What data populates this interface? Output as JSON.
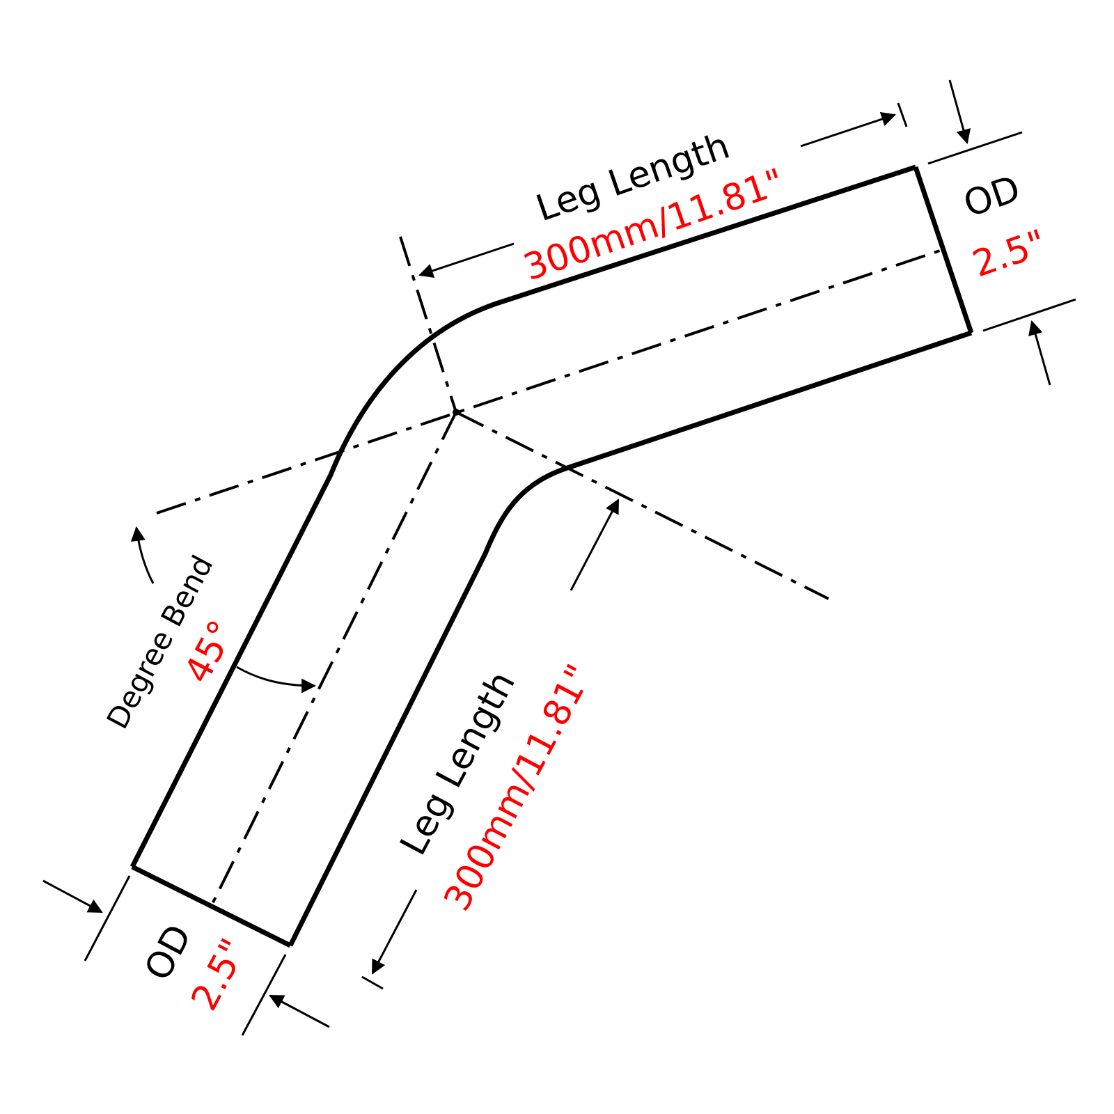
{
  "diagram": {
    "type": "45-degree pipe bend dimension drawing",
    "colors": {
      "line": "#000000",
      "value": "#ff0000",
      "background": "#ffffff"
    },
    "top_leg": {
      "label": "Leg Length",
      "value": "300mm/11.81\""
    },
    "bottom_leg": {
      "label": "Leg Length",
      "value": "300mm/11.81\""
    },
    "top_od": {
      "label": "OD",
      "value": "2.5\""
    },
    "bottom_od": {
      "label": "OD",
      "value": "2.5\""
    },
    "bend": {
      "label": "Degree Bend",
      "value": "45°"
    }
  }
}
